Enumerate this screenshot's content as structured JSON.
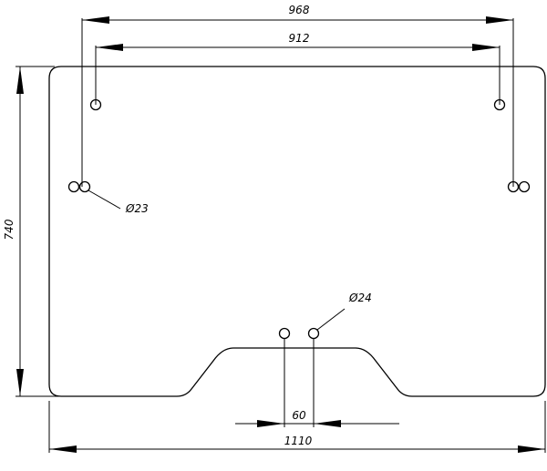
{
  "drawing": {
    "dimensions": {
      "width_outer": "968",
      "width_inner": "912",
      "height": "740",
      "total_width": "1110",
      "bottom_spacing": "60"
    },
    "callouts": {
      "side_hole_diameter": "Ø23",
      "bottom_hole_diameter": "Ø24"
    }
  }
}
